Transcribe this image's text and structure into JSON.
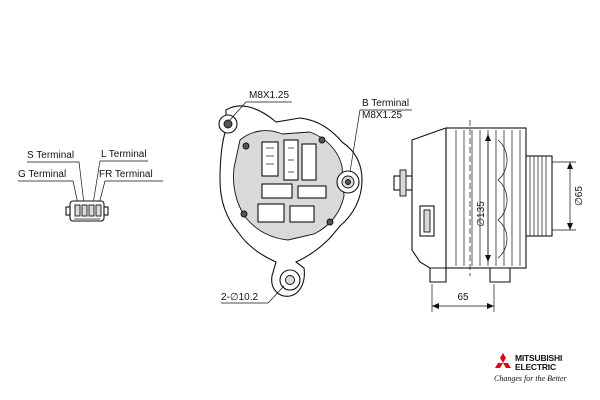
{
  "connector": {
    "s_terminal": "S Terminal",
    "l_terminal": "L Terminal",
    "g_terminal": "G Terminal",
    "fr_terminal": "FR Terminal"
  },
  "front_view": {
    "bolt_top": "M8X1.25",
    "b_terminal": "B Terminal",
    "b_terminal_thread": "M8X1.25",
    "mount_holes": "2-∅10.2"
  },
  "side_view": {
    "pulley_dia": "∅65",
    "body_dia": "∅135",
    "length": "65"
  },
  "brand": {
    "name_line1": "MITSUBISHI",
    "name_line2": "ELECTRIC",
    "tagline": "Changes for the Better",
    "logo_icon": "three-diamonds-icon",
    "logo_color": "#e60012"
  }
}
